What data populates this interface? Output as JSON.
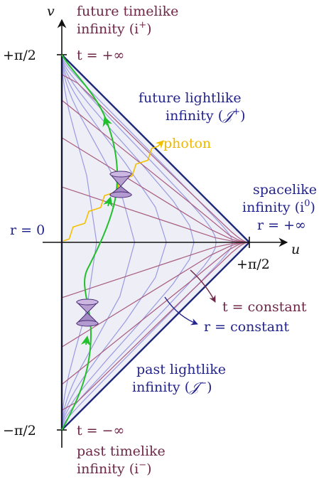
{
  "axes": {
    "v_label": "v",
    "u_label": "u",
    "v_top_tick": "+π/2",
    "v_bottom_tick": "−π/2",
    "u_tick": "+π/2",
    "r0_label": "r = 0"
  },
  "labels": {
    "future_timelike": [
      "future timelike",
      "infinity (i",
      "+",
      ")"
    ],
    "t_plus": "t = +∞",
    "future_lightlike": [
      "future lightlike",
      "infinity (",
      "𝒥",
      "+",
      ")"
    ],
    "photon": "photon",
    "spacelike": [
      "spacelike",
      "infinity (i",
      "0",
      ")"
    ],
    "r_plus": "r = +∞",
    "t_const": "t = constant",
    "r_const": "r = constant",
    "past_lightlike": [
      "past lightlike",
      "infinity (",
      "𝒥",
      "−",
      ")"
    ],
    "t_minus": "t = −∞",
    "past_timelike": [
      "past timelike",
      "infinity (i",
      "−",
      ")"
    ]
  },
  "colors": {
    "region_fill": "#eeeef7",
    "boundary": "#1f2a7a",
    "r_curves": "#9a9ae0",
    "t_curves": "#a85c7e",
    "worldline": "#22c02c",
    "photon": "#f3c000",
    "cone": "#b8a0d0",
    "maroon_text": "#6e2747",
    "navy_text": "#23238c"
  },
  "icons": {
    "light_cone": "double-cone-icon",
    "arrow": "arrow-icon"
  }
}
